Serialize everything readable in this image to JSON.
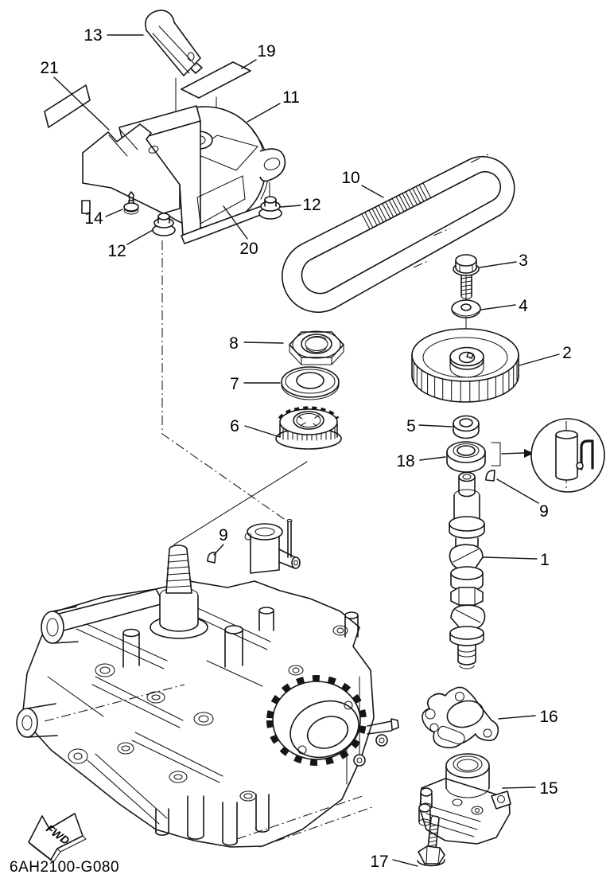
{
  "diagram": {
    "code": "6AH2100-G080",
    "fwd": "FWD",
    "callouts": {
      "c1": {
        "label": "1"
      },
      "c2": {
        "label": "2"
      },
      "c3": {
        "label": "3"
      },
      "c4": {
        "label": "4"
      },
      "c5": {
        "label": "5"
      },
      "c6": {
        "label": "6"
      },
      "c7": {
        "label": "7"
      },
      "c8": {
        "label": "8"
      },
      "c9a": {
        "label": "9"
      },
      "c9b": {
        "label": "9"
      },
      "c10": {
        "label": "10"
      },
      "c11": {
        "label": "11"
      },
      "c12a": {
        "label": "12"
      },
      "c12b": {
        "label": "12"
      },
      "c13": {
        "label": "13"
      },
      "c14": {
        "label": "14"
      },
      "c15": {
        "label": "15"
      },
      "c16": {
        "label": "16"
      },
      "c17": {
        "label": "17"
      },
      "c18": {
        "label": "18"
      },
      "c19": {
        "label": "19"
      },
      "c20": {
        "label": "20"
      },
      "c21": {
        "label": "21"
      }
    }
  }
}
